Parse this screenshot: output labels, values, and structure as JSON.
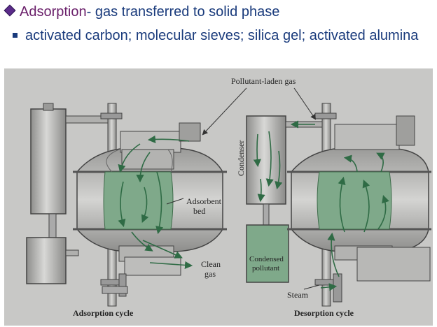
{
  "slide": {
    "bullet1": {
      "term": "Adsorption",
      "text": "- gas transferred to solid phase"
    },
    "bullet2": "activated carbon; molecular sieves; silica gel; activated alumina"
  },
  "figure": {
    "labels": {
      "pollutant_laden_gas": "Pollutant-laden gas",
      "adsorbent": "Adsorbent",
      "bed": "bed",
      "clean": "Clean",
      "gas": "gas",
      "condenser": "Condenser",
      "condensed": "Condensed",
      "pollutant": "pollutant",
      "steam": "Steam",
      "adsorption_cycle": "Adsorption cycle",
      "desorption_cycle": "Desorption cycle"
    },
    "colors": {
      "background": "#c8c8c6",
      "metal": "#a8a8a6",
      "bed": "#7fa98a",
      "arrow": "#2f6b45"
    }
  }
}
